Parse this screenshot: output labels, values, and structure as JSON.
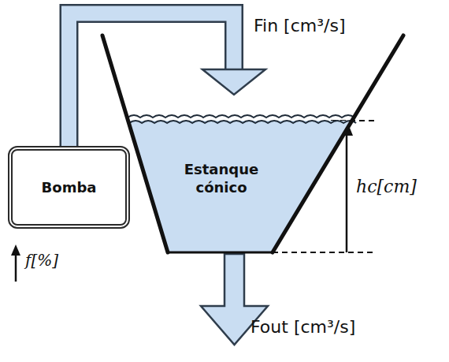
{
  "diagram": {
    "nodes": [
      {
        "text": [
          "Bomba"
        ]
      },
      {
        "text": [
          "Estanque cónico"
        ]
      }
    ],
    "edges": [
      {
        "from": 0,
        "to": 1,
        "arrow": "to"
      }
    ],
    "labels": [
      "Fin [cm³/s]",
      "Fout [cm³/s]",
      "hc[cm]",
      "f[%]"
    ]
  }
}
